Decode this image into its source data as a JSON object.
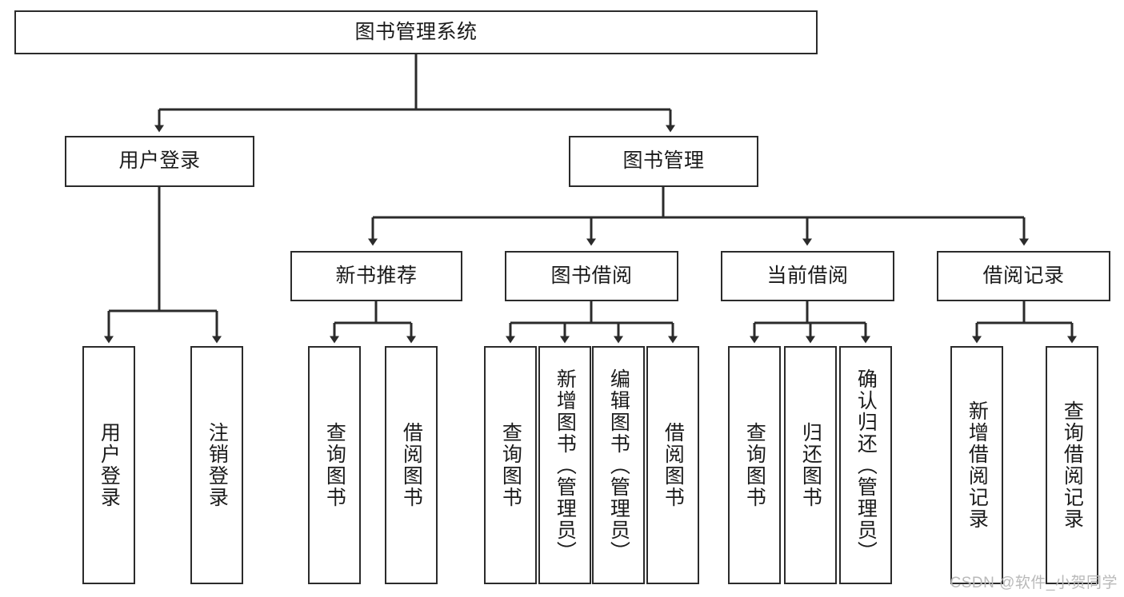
{
  "diagram": {
    "type": "tree-hierarchy-chart",
    "title_node": {
      "id": "root",
      "label": "图书管理系统"
    },
    "level2": [
      {
        "id": "user-login",
        "label": "用户登录"
      },
      {
        "id": "book-management",
        "label": "图书管理"
      }
    ],
    "level3": [
      {
        "id": "new-book-recommend",
        "label": "新书推荐",
        "parent": "book-management"
      },
      {
        "id": "book-borrow",
        "label": "图书借阅",
        "parent": "book-management"
      },
      {
        "id": "current-borrow",
        "label": "当前借阅",
        "parent": "book-management"
      },
      {
        "id": "borrow-record",
        "label": "借阅记录",
        "parent": "book-management"
      }
    ],
    "leaves": [
      {
        "id": "leaf-user-login",
        "label": "用户登录",
        "parent": "user-login"
      },
      {
        "id": "leaf-logout-login",
        "label": "注销登录",
        "parent": "user-login"
      },
      {
        "id": "leaf-query-book-1",
        "label": "查询图书",
        "parent": "new-book-recommend"
      },
      {
        "id": "leaf-borrow-book-1",
        "label": "借阅图书",
        "parent": "new-book-recommend"
      },
      {
        "id": "leaf-query-book-2",
        "label": "查询图书",
        "parent": "book-borrow"
      },
      {
        "id": "leaf-add-book",
        "label": "新增图书（管理员）",
        "parent": "book-borrow"
      },
      {
        "id": "leaf-edit-book",
        "label": "编辑图书（管理员）",
        "parent": "book-borrow"
      },
      {
        "id": "leaf-borrow-book-2",
        "label": "借阅图书",
        "parent": "book-borrow"
      },
      {
        "id": "leaf-query-book-3",
        "label": "查询图书",
        "parent": "current-borrow"
      },
      {
        "id": "leaf-return-book",
        "label": "归还图书",
        "parent": "current-borrow"
      },
      {
        "id": "leaf-confirm-return",
        "label": "确认归还（管理员）",
        "parent": "current-borrow"
      },
      {
        "id": "leaf-add-record",
        "label": "新增借阅记录",
        "parent": "borrow-record"
      },
      {
        "id": "leaf-query-record",
        "label": "查询借阅记录",
        "parent": "borrow-record"
      }
    ],
    "watermark": "CSDN @软件_小贺同学",
    "colors": {
      "stroke": "#2b2b2b",
      "fill": "#ffffff",
      "text": "#1b1b1b",
      "watermark": "#b9b9b9"
    }
  }
}
